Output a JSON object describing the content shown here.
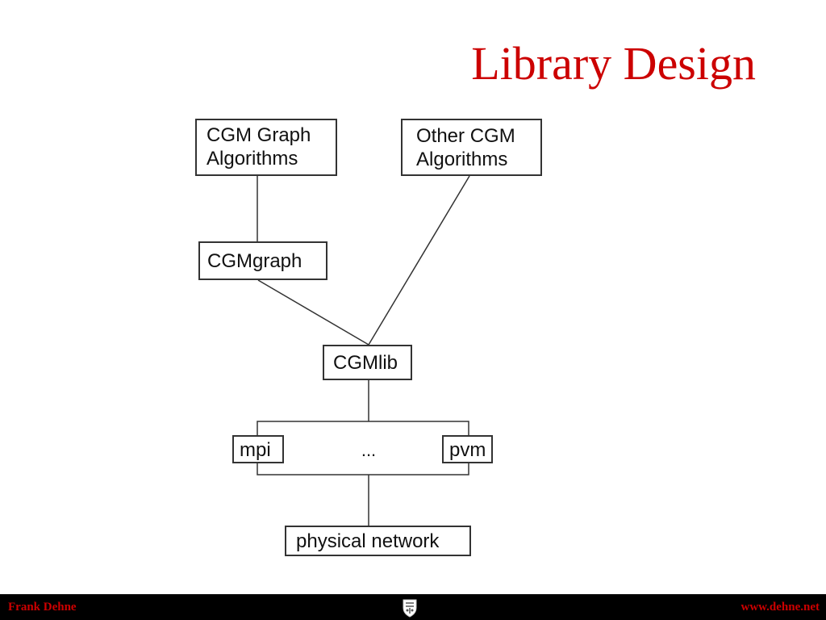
{
  "slide": {
    "title": "Library Design"
  },
  "diagram": {
    "nodes": {
      "cgm_graph_algorithms": {
        "lines": [
          "CGM Graph",
          "Algorithms"
        ]
      },
      "other_cgm_algorithms": {
        "lines": [
          "Other CGM",
          "Algorithms"
        ]
      },
      "cgmgraph": {
        "label": "CGMgraph"
      },
      "cgmlib": {
        "label": "CGMlib"
      },
      "mpi": {
        "label": "mpi"
      },
      "ellipsis": {
        "label": "..."
      },
      "pvm": {
        "label": "pvm"
      },
      "physical_network": {
        "label": "physical network"
      }
    }
  },
  "footer": {
    "left": "Frank Dehne",
    "right": "www.dehne.net",
    "center_icon": "university-crest-icon",
    "text_color": "#cc0000",
    "background": "#000000"
  },
  "colors": {
    "title": "#cc0000",
    "box_border": "#333333",
    "line": "#333333"
  }
}
